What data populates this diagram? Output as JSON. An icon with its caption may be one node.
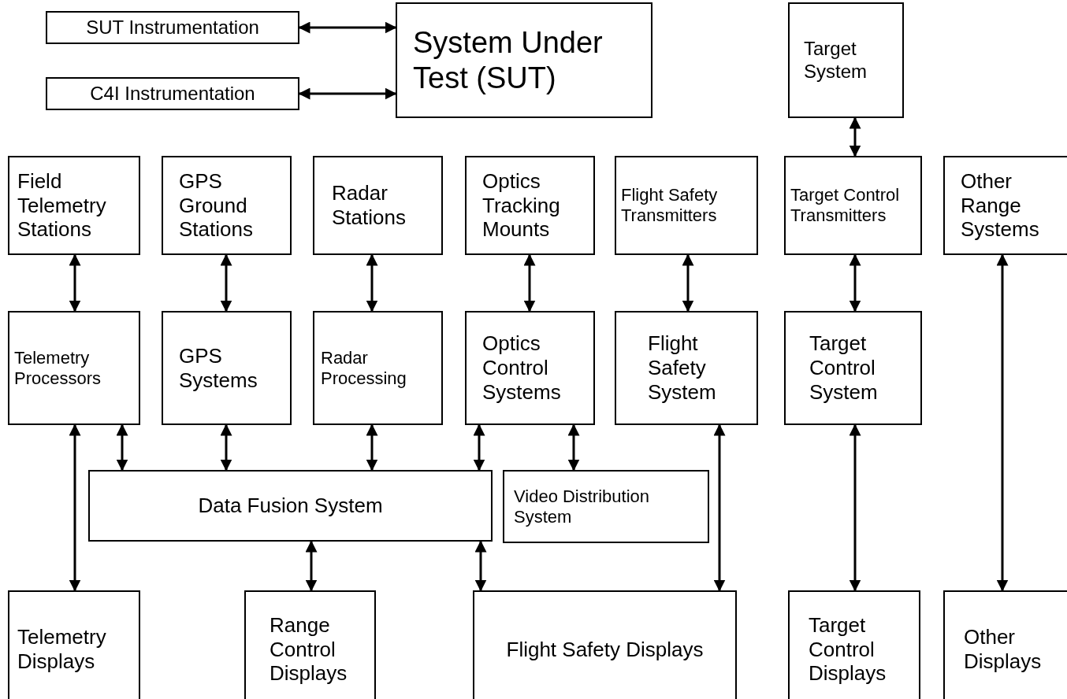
{
  "diagram": {
    "nodes": [
      {
        "text": [
          "SUT Instrumentation"
        ]
      },
      {
        "text": [
          "C4I Instrumentation"
        ]
      },
      {
        "text": [
          "System Under Test (SUT)"
        ]
      },
      {
        "text": [
          "Target System"
        ]
      },
      {
        "text": [
          "Field Telemetry Stations"
        ]
      },
      {
        "text": [
          "GPS Ground Stations"
        ]
      },
      {
        "text": [
          "Radar Stations"
        ]
      },
      {
        "text": [
          "Optics Tracking Mounts"
        ]
      },
      {
        "text": [
          "Flight Safety Transmitters"
        ]
      },
      {
        "text": [
          "Target Control Transmitters"
        ]
      },
      {
        "text": [
          "Other Range Systems"
        ]
      },
      {
        "text": [
          "Telemetry Processors"
        ]
      },
      {
        "text": [
          "GPS Systems"
        ]
      },
      {
        "text": [
          "Radar Processing"
        ]
      },
      {
        "text": [
          "Optics Control Systems"
        ]
      },
      {
        "text": [
          "Flight Safety System"
        ]
      },
      {
        "text": [
          "Target Control System"
        ]
      },
      {
        "text": [
          "Data Fusion System"
        ]
      },
      {
        "text": [
          "Video Distribution System"
        ]
      },
      {
        "text": [
          "Telemetry Displays"
        ]
      },
      {
        "text": [
          "Range Control Displays"
        ]
      },
      {
        "text": [
          "Flight Safety Displays"
        ]
      },
      {
        "text": [
          "Target Control Displays"
        ]
      },
      {
        "text": [
          "Other Displays"
        ]
      }
    ],
    "edges": [
      {
        "from": 0,
        "to": 2,
        "arrow": "both"
      },
      {
        "from": 1,
        "to": 2,
        "arrow": "both"
      },
      {
        "from": 3,
        "to": 9,
        "arrow": "both"
      },
      {
        "from": 4,
        "to": 11,
        "arrow": "both"
      },
      {
        "from": 5,
        "to": 12,
        "arrow": "both"
      },
      {
        "from": 6,
        "to": 13,
        "arrow": "both"
      },
      {
        "from": 7,
        "to": 14,
        "arrow": "both"
      },
      {
        "from": 8,
        "to": 15,
        "arrow": "both"
      },
      {
        "from": 9,
        "to": 16,
        "arrow": "both"
      },
      {
        "from": 11,
        "to": 19,
        "arrow": "both"
      },
      {
        "from": 11,
        "to": 17,
        "arrow": "both"
      },
      {
        "from": 12,
        "to": 17,
        "arrow": "both"
      },
      {
        "from": 13,
        "to": 17,
        "arrow": "both"
      },
      {
        "from": 14,
        "to": 17,
        "arrow": "both"
      },
      {
        "from": 14,
        "to": 18,
        "arrow": "both"
      },
      {
        "from": 15,
        "to": 21,
        "arrow": "both"
      },
      {
        "from": 16,
        "to": 22,
        "arrow": "both"
      },
      {
        "from": 10,
        "to": 23,
        "arrow": "both"
      },
      {
        "from": 17,
        "to": 20,
        "arrow": "both"
      },
      {
        "from": 17,
        "to": 21,
        "arrow": "both"
      }
    ]
  }
}
